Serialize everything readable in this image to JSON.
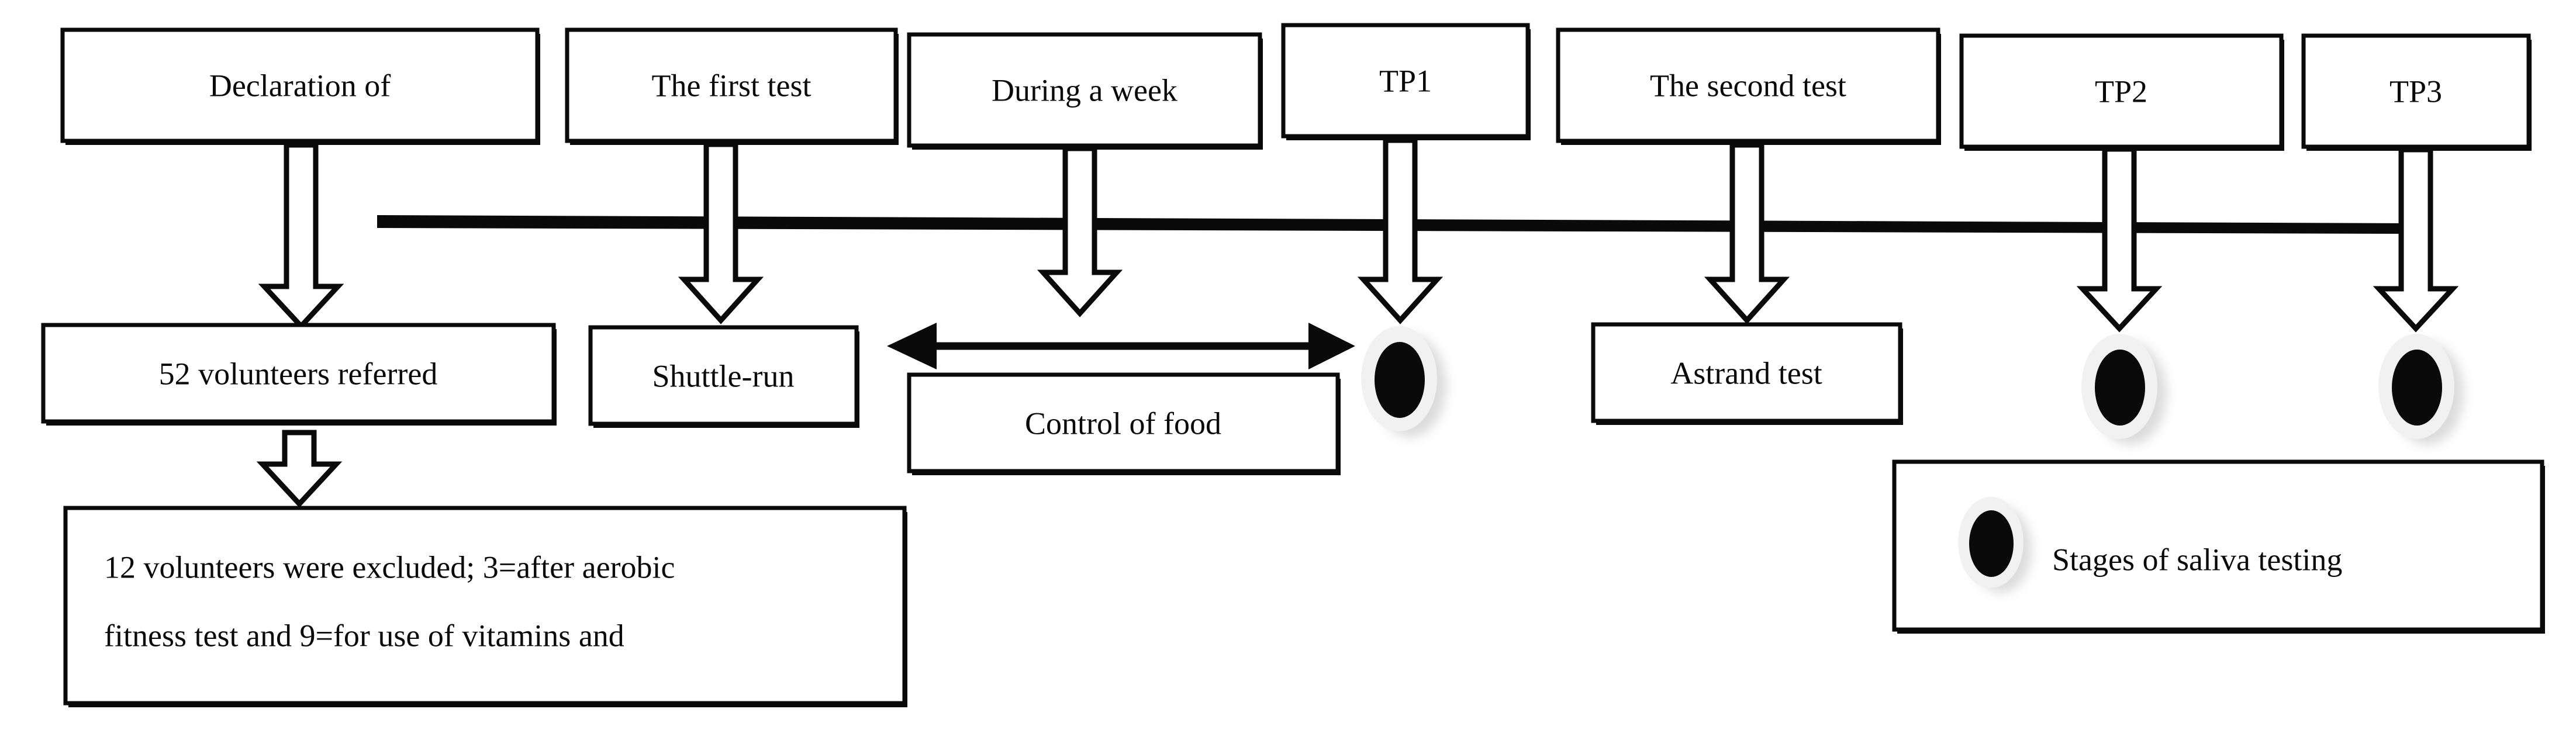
{
  "diagram": {
    "title": "Study protocol timeline flowchart",
    "background_color": "#ffffff",
    "line_color": "#0a0a0a",
    "saliva_icon_outer_color": "#f1f1f1",
    "saliva_icon_inner_color": "#0a0a0a"
  },
  "timeline": {
    "name": "study-timeline-bar",
    "milestones": [
      {
        "id": "declaration",
        "label": "Declaration of"
      },
      {
        "id": "first-test",
        "label": "The first test"
      },
      {
        "id": "during-week",
        "label": "During a week"
      },
      {
        "id": "tp1",
        "label": "TP1"
      },
      {
        "id": "second-test",
        "label": "The second test"
      },
      {
        "id": "tp2",
        "label": "TP2"
      },
      {
        "id": "tp3",
        "label": "TP3"
      }
    ]
  },
  "outcomes": [
    {
      "id": "volunteers-referred",
      "label": "52 volunteers referred"
    },
    {
      "id": "shuttle-run",
      "label": "Shuttle-run"
    },
    {
      "id": "control-of-food",
      "label": "Control of food"
    },
    {
      "id": "astrand-test",
      "label": "Astrand test"
    }
  ],
  "exclusion_box": {
    "id": "volunteers-excluded",
    "lines": [
      "12 volunteers were excluded; 3=after aerobic",
      "fitness  test  and  9=for  use  of  vitamins  and"
    ]
  },
  "legend": {
    "id": "saliva-legend",
    "icon": "saliva-sample-icon",
    "label": "Stages of saliva testing"
  },
  "saliva_samples": [
    {
      "id": "saliva-tp1",
      "for": "TP1"
    },
    {
      "id": "saliva-tp2",
      "for": "TP2"
    },
    {
      "id": "saliva-tp3",
      "for": "TP3"
    }
  ],
  "week_span_arrow": {
    "id": "during-week-span",
    "direction": "bidirectional"
  }
}
